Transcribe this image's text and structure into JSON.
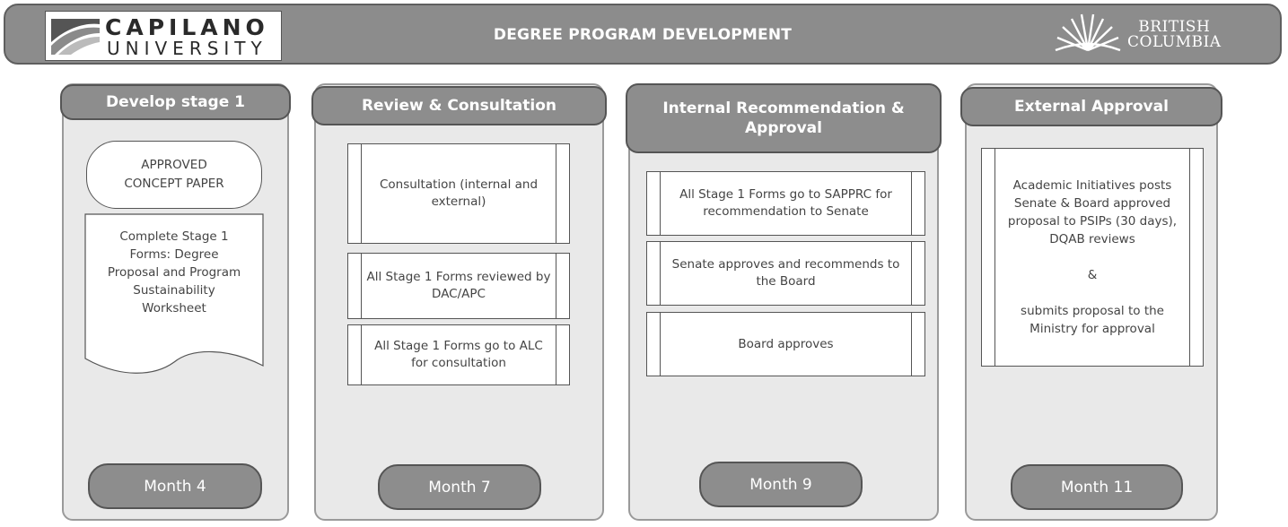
{
  "header": {
    "title": "DEGREE PROGRAM DEVELOPMENT",
    "logo_left": {
      "name": "CAPILANO",
      "sub": "UNIVERSITY"
    },
    "logo_right": {
      "line1": "BRITISH",
      "line2": "COLUMBIA"
    }
  },
  "stages": [
    {
      "title": "Develop stage 1",
      "terminal": "APPROVED\nCONCEPT PAPER",
      "document": "Complete Stage 1\nForms: Degree\nProposal and Program\nSustainability\nWorksheet",
      "month": "Month 4"
    },
    {
      "title": "Review & Consultation",
      "steps": [
        "Consultation (internal and external)",
        "All Stage 1 Forms reviewed by DAC/APC",
        "All Stage 1 Forms go to ALC for consultation"
      ],
      "month": "Month 7"
    },
    {
      "title": "Internal Recommendation & Approval",
      "steps": [
        "All Stage 1 Forms go to SAPPRC for recommendation to Senate",
        "Senate approves and recommends to the Board",
        "Board approves"
      ],
      "month": "Month 9"
    },
    {
      "title": "External Approval",
      "steps": [
        "Academic Initiatives posts Senate & Board approved proposal to PSIPs (30 days), DQAB reviews\n\n&\n\nsubmits proposal to the Ministry for approval"
      ],
      "month": "Month 11"
    }
  ]
}
